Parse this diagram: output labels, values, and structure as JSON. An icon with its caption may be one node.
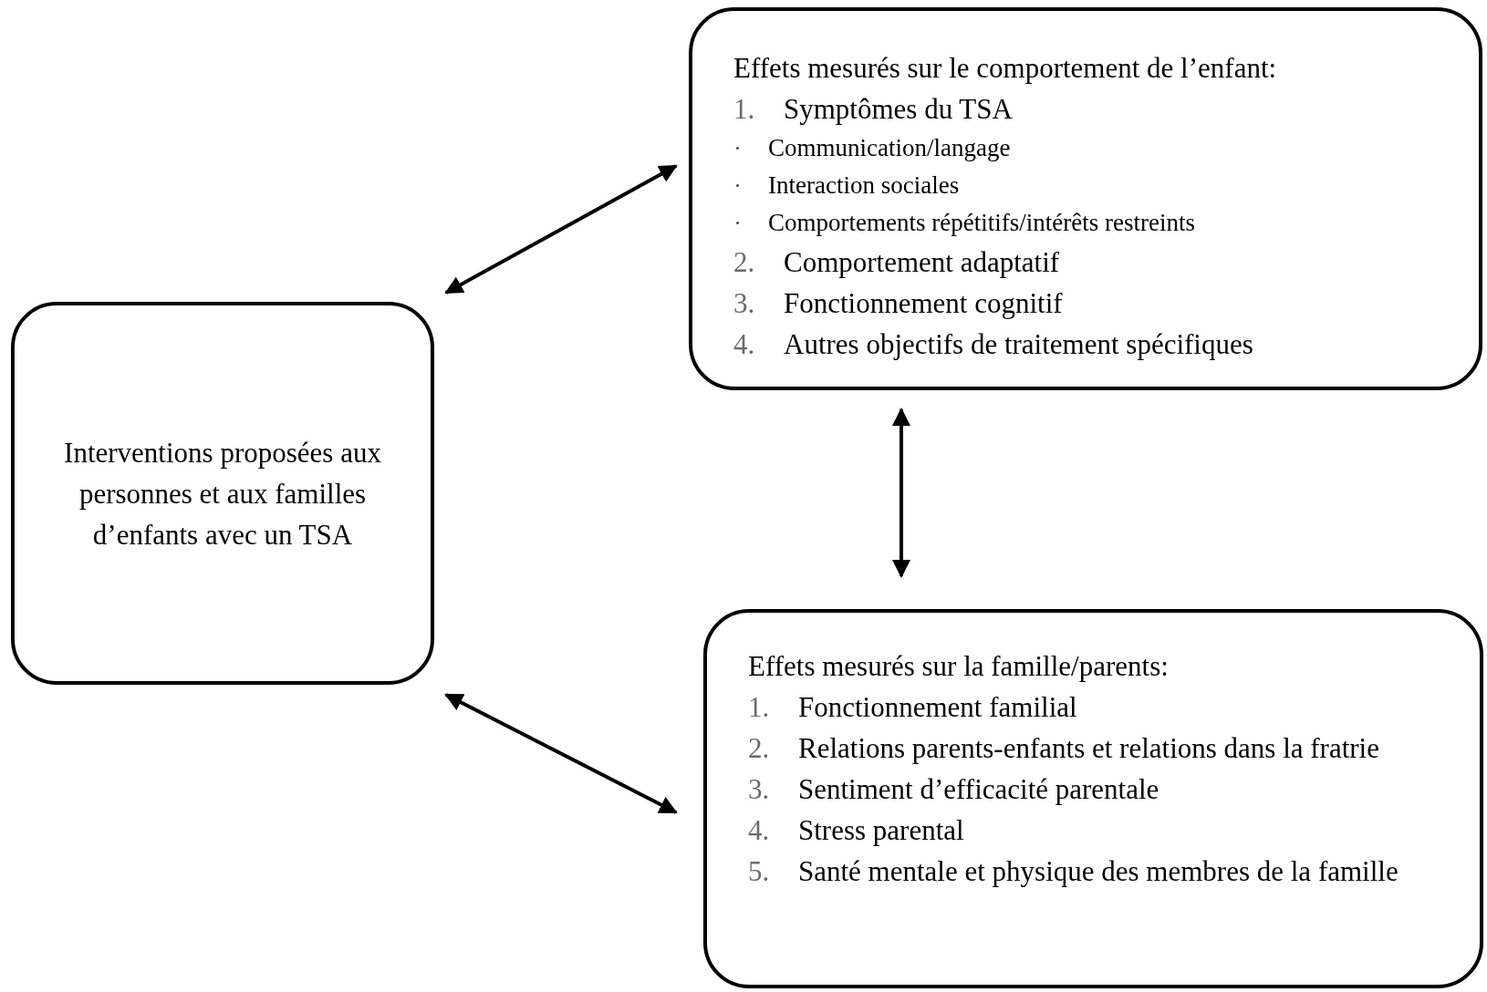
{
  "diagram": {
    "nodes": [
      {
        "text": [
          "Interventions proposées aux personnes et aux familles d’enfants avec un TSA"
        ]
      },
      {
        "text": [
          "Effets mesurés sur le comportement de l’enfant:",
          "1.",
          "Symptômes du TSA",
          "Communication/langage",
          "Interaction sociales",
          "Comportements répétitifs/intérêts restreints",
          "2.",
          "Comportement adaptatif",
          "3.",
          "Fonctionnement cognitif",
          "4.",
          "Autres objectifs de traitement spécifiques"
        ]
      },
      {
        "text": [
          "Effets mesurés sur la famille/parents:",
          "1.",
          "Fonctionnement familial",
          "2.",
          "Relations parents-enfants et relations dans la fratrie",
          "3.",
          "Sentiment d’efficacité parentale",
          "4.",
          "Stress parental",
          "5.",
          "Santé mentale et physique des membres de la famille"
        ]
      }
    ],
    "edges": [
      {
        "from": 0,
        "to": 1,
        "arrow": "both"
      },
      {
        "from": 1,
        "to": 2,
        "arrow": "both"
      },
      {
        "from": 0,
        "to": 2,
        "arrow": "both"
      }
    ]
  }
}
